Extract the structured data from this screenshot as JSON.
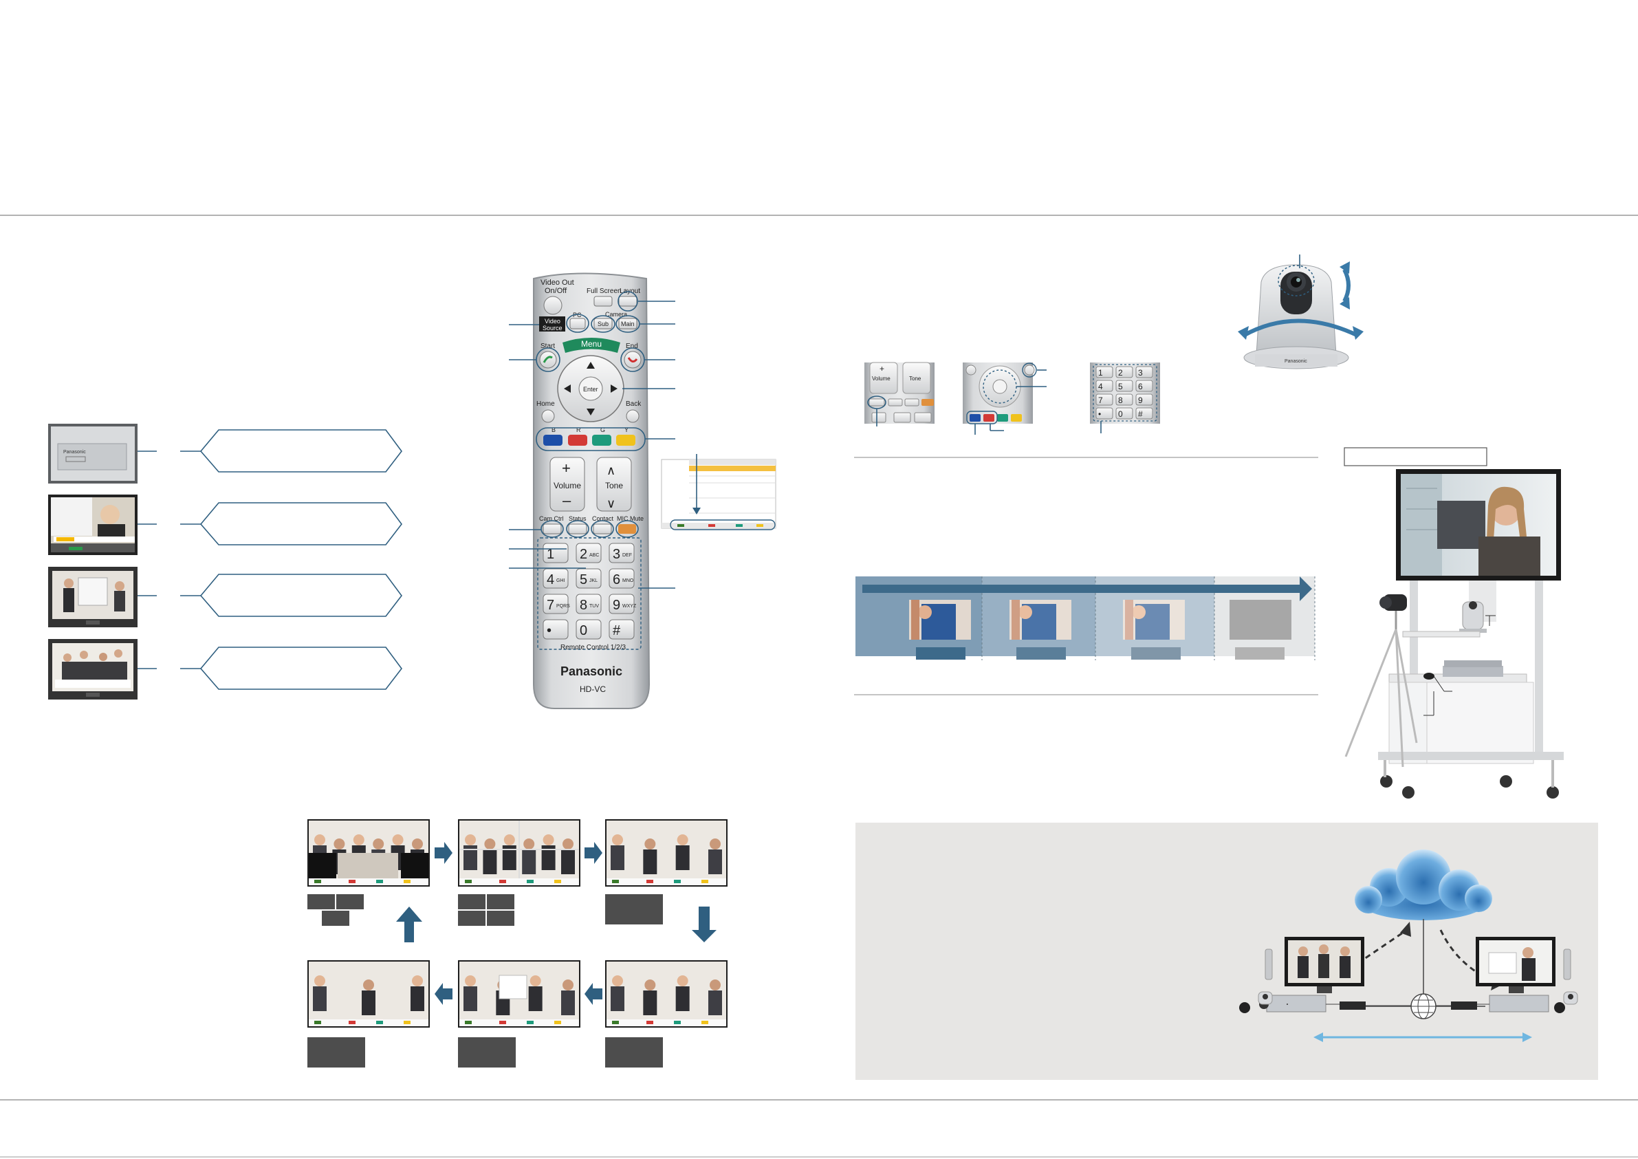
{
  "remote": {
    "video_out": "Video Out",
    "on_off": "On/Off",
    "full_screen": "Full Screen",
    "layout": "Layout",
    "video_source_1": "Video",
    "video_source_2": "Source",
    "pc": "PC",
    "camera": "Camera",
    "sub": "Sub",
    "main": "Main",
    "start": "Start",
    "end": "End",
    "menu": "Menu",
    "enter": "Enter",
    "home": "Home",
    "back": "Back",
    "color_b": "B",
    "color_r": "R",
    "color_g": "G",
    "color_y": "Y",
    "volume": "Volume",
    "tone": "Tone",
    "cam_ctrl": "Cam Ctrl",
    "status": "Status",
    "contact": "Contact",
    "mic_mute": "MIC Mute",
    "remote_control": "Remote Control 1/2/3",
    "brand": "Panasonic",
    "model": "HD-VC"
  },
  "keypad": {
    "keys": [
      {
        "num": "1",
        "sub": ""
      },
      {
        "num": "2",
        "sub": "ABC"
      },
      {
        "num": "3",
        "sub": "DEF"
      },
      {
        "num": "4",
        "sub": "GHI"
      },
      {
        "num": "5",
        "sub": "JKL"
      },
      {
        "num": "6",
        "sub": "MNO"
      },
      {
        "num": "7",
        "sub": "PQRS"
      },
      {
        "num": "8",
        "sub": "TUV"
      },
      {
        "num": "9",
        "sub": "WXYZ"
      },
      {
        "num": "•",
        "sub": ""
      },
      {
        "num": "0",
        "sub": ""
      },
      {
        "num": "#",
        "sub": ""
      }
    ]
  },
  "device": {
    "logo": "Panasonic"
  },
  "colors": {
    "arrow_blue": "#2f5f80",
    "bar_blue": "#3d6a8a",
    "light_blue": "#6fb6e0",
    "gray_bg": "#e7e6e4",
    "remote_silver": "#c8cacc",
    "flow_label": "#4d4d4d"
  },
  "icons": [
    "arrow-right-icon",
    "arrow-down-icon",
    "arrow-left-icon",
    "arrow-up-icon",
    "cloud-icon",
    "globe-icon"
  ]
}
